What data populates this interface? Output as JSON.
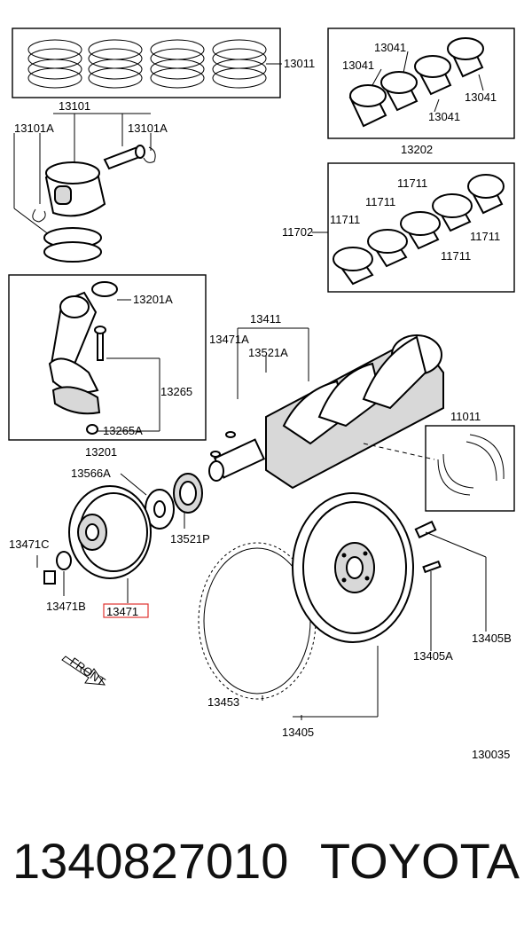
{
  "diagram": {
    "labels": {
      "p13011": "13011",
      "p13101": "13101",
      "p13101A_left": "13101A",
      "p13101A_right": "13101A",
      "p13041_a": "13041",
      "p13041_b": "13041",
      "p13041_c": "13041",
      "p13041_d": "13041",
      "p13202": "13202",
      "p11711_a": "11711",
      "p11711_b": "11711",
      "p11711_c": "11711",
      "p11711_d": "11711",
      "p11711_e": "11711",
      "p11702": "11702",
      "p13201A": "13201A",
      "p13265": "13265",
      "p13265A": "13265A",
      "p13201": "13201",
      "p13411": "13411",
      "p13471A": "13471A",
      "p13521A": "13521A",
      "p11011": "11011",
      "p13566A": "13566A",
      "p13521P": "13521P",
      "p13471C": "13471C",
      "p13471B": "13471B",
      "p13471": "13471",
      "p13405B": "13405B",
      "p13405A": "13405A",
      "p13453": "13453",
      "p13405": "13405",
      "p130035": "130035",
      "front": "FRONT"
    },
    "highlight_color": "#e0322f"
  },
  "footer": {
    "part_number": "1340827010",
    "brand": "TOYOTA"
  }
}
